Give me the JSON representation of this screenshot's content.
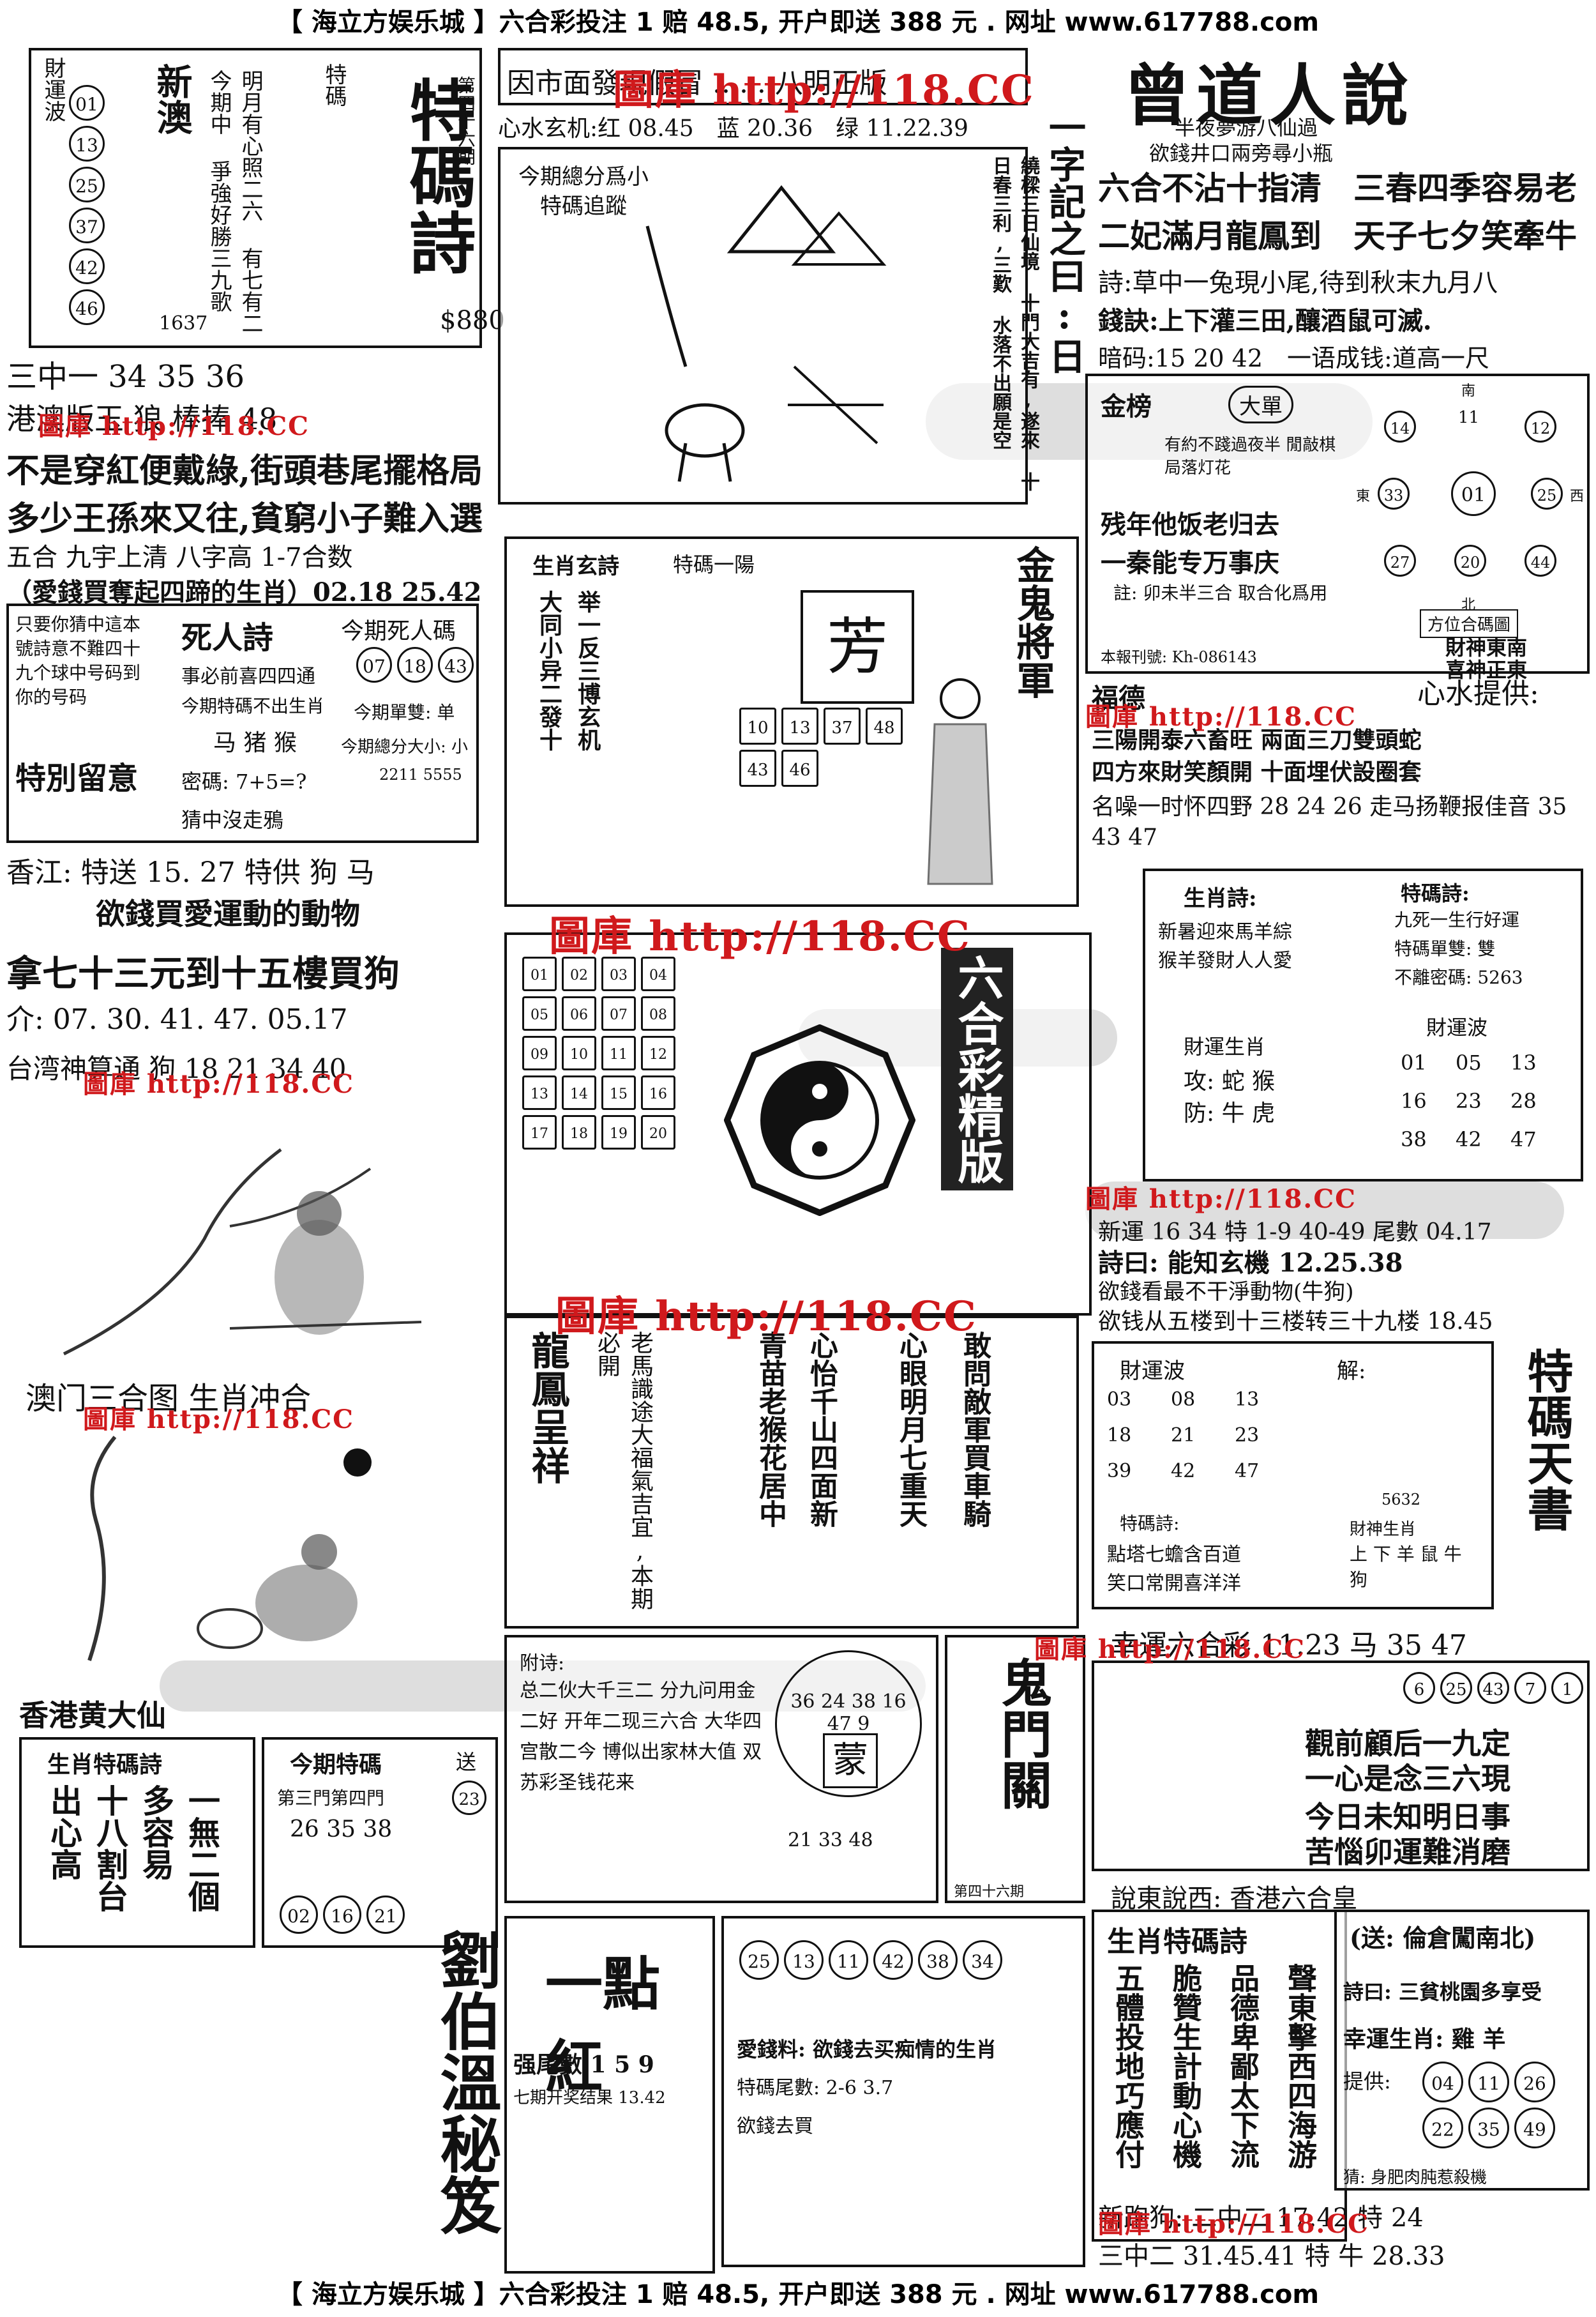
{
  "banner_top": "【 海立方娱乐城 】六合彩投注 1 赔 48.5, 开户即送 388 元 . 网址 www.617788.com",
  "banner_bottom": "【 海立方娱乐城 】六合彩投注 1 赔 48.5, 开户即送 388 元 . 网址 www.617788.com",
  "watermark": "圖庫 http://118.CC",
  "header_strip": "因市面發現假冒 ...... 八明正版",
  "masthead": {
    "title": "曾道人說",
    "subtitle1": "半夜夢游八仙過",
    "subtitle2": "欲錢井口兩旁尋小瓶",
    "verse1": "六合不沾十指清　三春四季容易老",
    "verse2": "二妃滿月龍鳳到　天子七夕笑牽牛",
    "hw1": "詩:草中一兔現小尾,待到秋末九月八",
    "hw2": "錢訣:上下灌三田,釀酒鼠可滅.",
    "hw3": "暗码:15 20 42　一语成钱:道高一尺"
  },
  "col1": {
    "left_label": "財運波",
    "balls": [
      "01",
      "13",
      "25",
      "37",
      "42",
      "46"
    ],
    "ao": "新澳",
    "code": "1637",
    "te": "特碼",
    "verse": "明月有心照二六 有七有二今期中 爭強好勝三九歌",
    "te_shi": "特碼詩",
    "issue": "第四十六期",
    "price": "$880"
  },
  "poem_panel": {
    "hw": "心水玄机:红 08.45　蓝 20.36　绿 11.22.39",
    "caption": "今期總分爲小特碼追蹤",
    "yizi": "一字記之曰:日",
    "verse": "繞樑三日仙境 十門大吉有,遂來 十日春三利,三歎 水落不出願是空"
  },
  "left_notes": {
    "sanzhong": "三中一 34 35 36",
    "hk": "港澳版玉 狼 棒捧 48",
    "l1": "不是穿紅便戴綠,街頭巷尾擺格局",
    "l2": "多少王孫來又往,貧窮小子難入選",
    "l3": "五合 九宇上清 八字高 1-7合数",
    "l4": "（愛錢買奪起四蹄的生肖）02.18 25.42",
    "note": "只要你猜中這本 號詩意不難四十 九个球中号码到 你的号码",
    "si_ren_shi": "死人詩",
    "si_ren_ma": "今期死人碼",
    "sr_balls": [
      "07",
      "18",
      "43"
    ],
    "sr_l1": "事必前喜四四通",
    "sr_l2": "今期特碼不出生肖",
    "sr_l3": "马 猪 猴",
    "danshuang": "今期單雙: 单",
    "daxiao": "今期總分大小: 小",
    "special": "特別留意",
    "code": "密碼: 7+5=?",
    "guess": "猜中沒走鴉",
    "phone": "2211 5555",
    "xiangjiang": "香江: 特送 15. 27 特供 狗 马",
    "yuqian": "欲錢買愛運動的動物",
    "na": "拿七十三元到十五樓買狗",
    "nums": "介: 07. 30. 41. 47. 05.17",
    "taiwan": "台湾神算通 狗 18 21 34 40"
  },
  "mid_panel": {
    "shengxiao": "生肖玄詩",
    "te_yi_yang": "特碼一陽",
    "big_char": "芳",
    "jin_gui": "金鬼將軍",
    "v1": "大同小异二發十",
    "v2": "举一反三博玄机",
    "grid": [
      "10",
      "13",
      "37",
      "48",
      "43",
      "46"
    ]
  },
  "luck_box": {
    "jinbang": "金榜",
    "dadan": "大單",
    "notes": "有約不踐過夜半 閒敲棋局落灯花",
    "l1": "残年他饭老归去",
    "l2": "一秦能专万事庆",
    "note": "註: 卯未半三合 取合化爲用",
    "tel": "本報刊號: Kh-086143",
    "directions": [
      "南",
      "北",
      "東",
      "西"
    ],
    "circle_nums": [
      "14",
      "11",
      "12",
      "33",
      "01",
      "25",
      "27",
      "20",
      "44"
    ],
    "fangwei": "方位合碼圖",
    "caishen": "財神東南",
    "xishen": "喜神正東"
  },
  "right_mid": {
    "fude": "福德",
    "xinshui": "心水提供:",
    "l1": "三陽開泰六畜旺 兩面三刀雙頭蛇",
    "l2": "四方來財笑顏開 十面埋伏設圈套",
    "hw": "名噪一时怀四野 28 24 26 走马扬鞭报佳音 35 43 47",
    "shengxiao_shi": "生肖詩:",
    "sx1": "新暑迎來馬羊綜",
    "sx2": "猴羊發財人人愛",
    "te_shi": "特碼詩:",
    "ts1": "九死一生行好運",
    "ts2": "特碼單雙: 雙",
    "ts3": "不離密碼: 5263",
    "caiyun": "財運生肖",
    "gong": "攻: 蛇 猴",
    "shou": "防: 牛 虎",
    "cai_title": "財運波",
    "cai_nums": [
      "01",
      "05",
      "13",
      "16",
      "23",
      "28",
      "38",
      "42",
      "47"
    ]
  },
  "xinyun": {
    "hw1": "新運 16 34 特 1-9 40-49 尾數 04.17",
    "shi": "詩曰: 能知玄機 12.25.38",
    "hw2": "欲錢看最不干淨動物(牛狗)",
    "hw3": "欲钱从五楼到十三楼转三十九楼 18.45"
  },
  "center": {
    "liuhe": "六合彩精版",
    "num_grid": [
      "01",
      "02",
      "03",
      "04",
      "05",
      "06",
      "07",
      "08",
      "09",
      "10",
      "11",
      "12",
      "13",
      "14",
      "15",
      "16",
      "17",
      "18",
      "19",
      "20"
    ]
  },
  "center2": {
    "heading": "心眼明月七重天",
    "fake": "敢問敵軍買車騎",
    "green": "青苗老猴花居中",
    "xin": "心怡千山四面新",
    "big": "龍鳳呈祥",
    "misc": "老馬識途大福氣吉宜,本期必開"
  },
  "right2": {
    "cai_title": "財運波",
    "cai_nums": [
      "03",
      "08",
      "13",
      "18",
      "21",
      "23",
      "39",
      "42",
      "47"
    ],
    "jie": "解:",
    "code": "5632",
    "te_shi": "特碼詩:",
    "v1": "點塔七蟾含百道",
    "v2": "笑口常開喜洋洋",
    "tianshu": "特碼天書",
    "cai_sx": "財神生肖",
    "sx": "上 下 羊 鼠 牛 狗"
  },
  "xingyun": {
    "hw": "幸運六合彩 11.23 马 35 47",
    "balls": [
      "6",
      "25",
      "43",
      "7",
      "1"
    ],
    "v1": "觀前顧后一九定",
    "v2": "一心是念三六現",
    "v3": "今日未知明日事",
    "v4": "苦惱卯運難消磨",
    "shuo": "說東說西: 香港六合皇"
  },
  "songbox": {
    "song": "(送: 倫倉闖南北)",
    "shi": "詩曰: 三貧桃園多享受",
    "xy": "幸運生肖: 雞 羊",
    "tigong": "提供:",
    "balls": [
      "04",
      "11",
      "26",
      "22",
      "35",
      "49"
    ],
    "note": "猜: 身肥肉肫惹殺機"
  },
  "bottom_left": {
    "aomen": "澳门三合图 生肖冲合",
    "hk_dx": "香港黄大仙",
    "sx_shi": "生肖特碼詩",
    "verse": "一無二個 多容易 十八割台 出心高",
    "te": "今期特碼",
    "te_issue": "第三門第四門",
    "te_nums": "26 35 38",
    "te_balls": [
      "02",
      "16",
      "21"
    ],
    "song": "送",
    "ball23": "23"
  },
  "bottom_mid": {
    "fu": "附诗:",
    "poem": "总二伙大千三二 分九问用金二好 开年二现三六合 大华四宫散二今 博似出家林大值 双苏彩圣钱花来",
    "meng": "蒙",
    "nums": "36 24 38 16 47 9",
    "num2": "21 33 48",
    "guimen": "鬼門關",
    "issue": "第四十六期",
    "yidian": "一點紅",
    "qiang": "强尾數 1 5 9",
    "kai": "七期开奖结果 13.42",
    "liubowen": "劉伯溫秘笈",
    "ai": "愛錢料: 欲錢去买痴情的生肖",
    "mei": "特碼尾數: 2-6 3.7",
    "lf": "欲錢去買",
    "circle_nums": [
      "25",
      "13",
      "11",
      "42",
      "38",
      "34"
    ]
  },
  "bottom_right": {
    "title": "生肖特碼詩",
    "cols": [
      "五體投地巧應付",
      "脆贊生計動心機",
      "品德卑鄙太下流",
      "聲東擊西四海游"
    ],
    "xinpao": "新跑狗: 二中二 17.42 特 24",
    "hw": "三中二 31.45.41 特 牛 28.33"
  }
}
